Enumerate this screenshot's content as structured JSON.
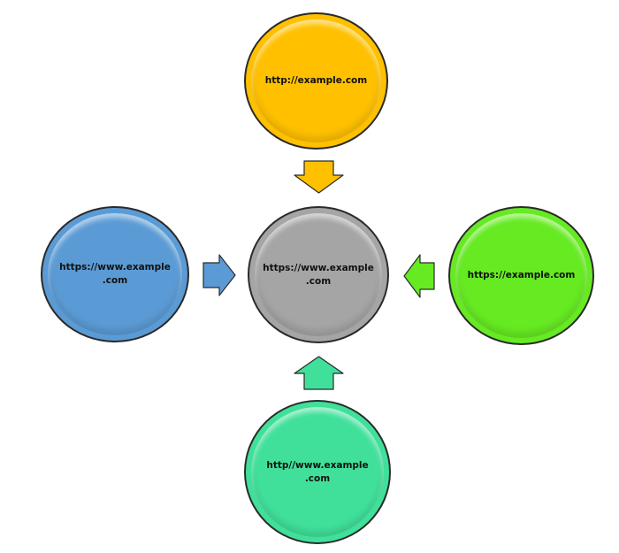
{
  "diagram": {
    "center": {
      "label": "https://www.example\n.com",
      "color": "#a5a5a5"
    },
    "top": {
      "label": "http://example.com",
      "color": "#ffc000"
    },
    "left": {
      "label": "https://www.example\n.com",
      "color": "#5b9bd5"
    },
    "right": {
      "label": "https://example.com",
      "color": "#66ea22"
    },
    "bottom": {
      "label": "http//www.example\n.com",
      "color": "#40e09b"
    }
  }
}
